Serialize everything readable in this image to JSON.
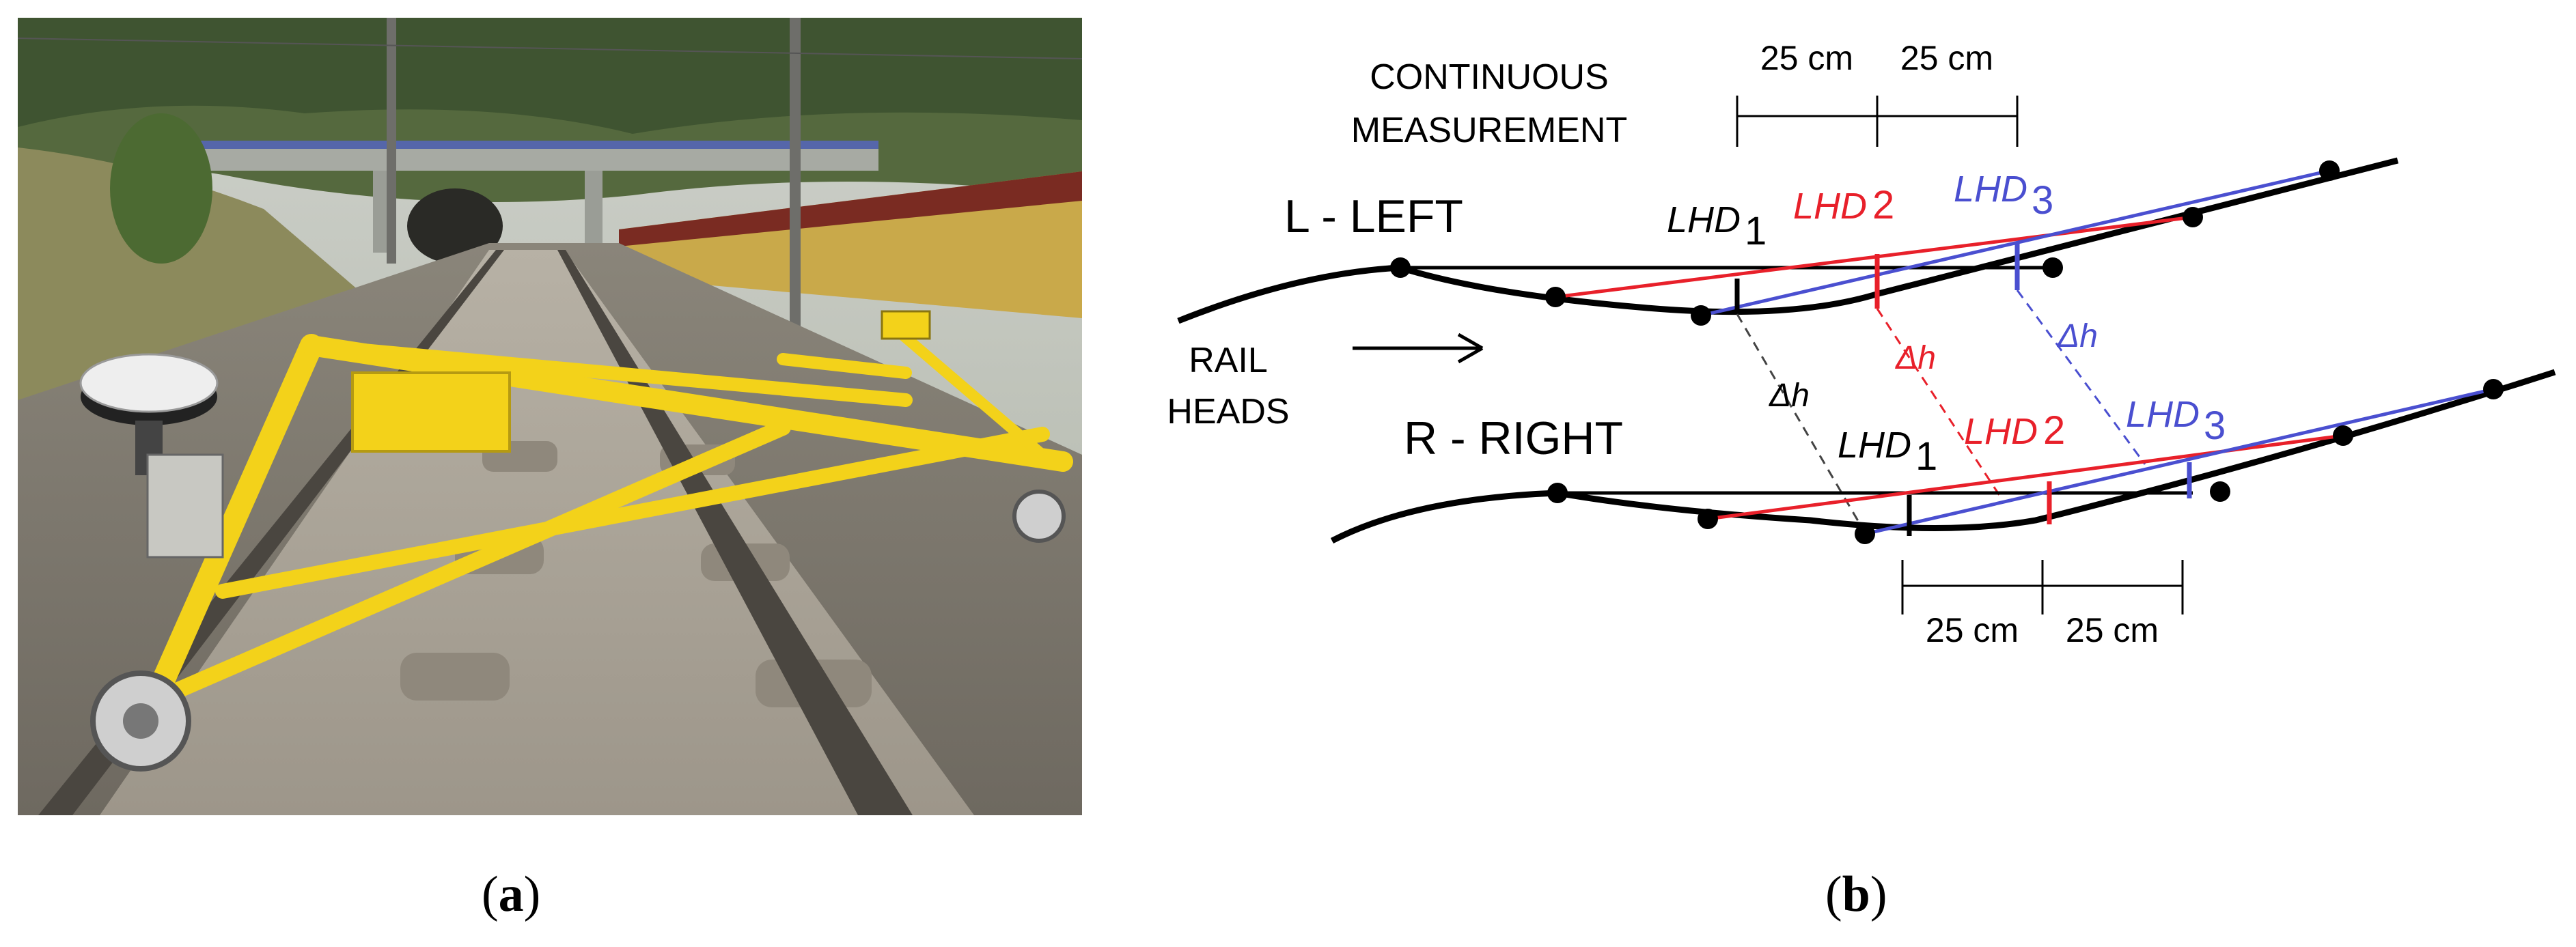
{
  "captions": {
    "a_open": "(",
    "a_letter": "a",
    "a_close": ")",
    "b_open": "(",
    "b_letter": "b",
    "b_close": ")"
  },
  "diagram": {
    "continuous_line1": "CONTINUOUS",
    "continuous_line2": "MEASUREMENT",
    "left_label": "L - LEFT",
    "right_label": "R - RIGHT",
    "rail_line1": "RAIL",
    "rail_line2": "HEADS",
    "spacing_top_1": "25 cm",
    "spacing_top_2": "25 cm",
    "spacing_bottom_1": "25 cm",
    "spacing_bottom_2": "25 cm",
    "lhd": "LHD",
    "sub1": "1",
    "sub2": "2",
    "sub3": "3",
    "delta_h": "Δh"
  },
  "colors": {
    "black": "#000000",
    "red": "#e8202a",
    "blue": "#4a4fd0",
    "rail_yellow": "#f3d21a",
    "sky": "#d6d8d2",
    "forest": "#3f5431"
  }
}
